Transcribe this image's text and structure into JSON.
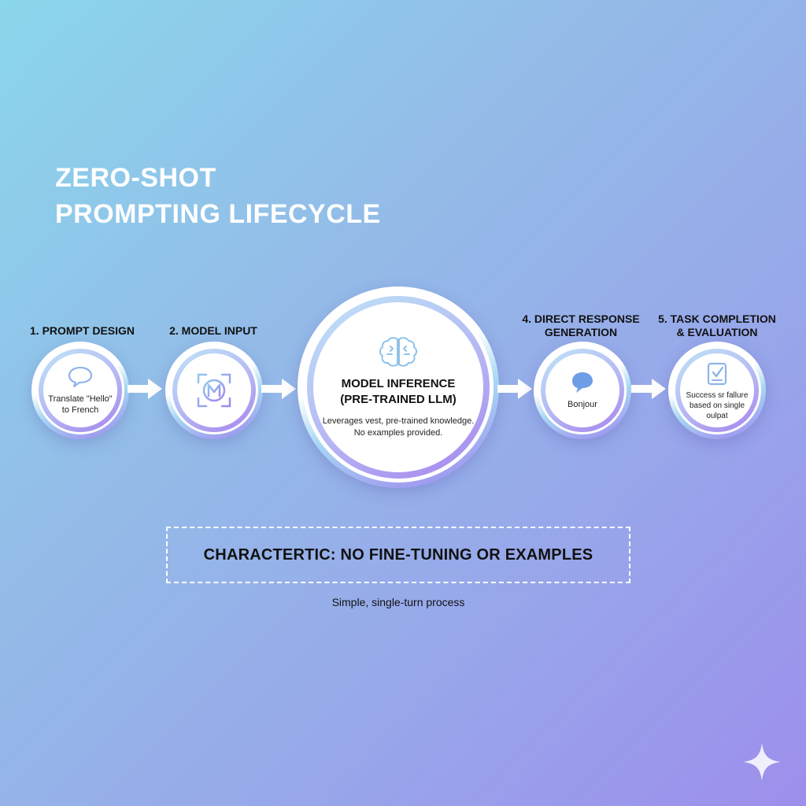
{
  "title": {
    "line1": "ZERO-SHOT",
    "line2": "PROMPTING LIFECYCLE"
  },
  "steps": [
    {
      "label_lines": [
        "1. PROMPT DESIGN"
      ],
      "icon": "speech-bubble-icon",
      "text_lines": [
        "Translate \"Hello\"",
        "to French"
      ]
    },
    {
      "label_lines": [
        "2. MODEL INPUT"
      ],
      "icon": "model-m-icon",
      "text_lines": []
    },
    {
      "label_lines": [],
      "icon": "brain-icon",
      "title_lines": [
        "MODEL INFERENCE",
        "(PRE-TRAINED LLM)"
      ],
      "text_lines": [
        "Leverages vest, pre-trained knowledge.",
        "No examples provided."
      ]
    },
    {
      "label_lines": [
        "4. DIRECT RESPONSE",
        "GENERATION"
      ],
      "icon": "chat-bubble-icon",
      "text_lines": [
        "Bonjour"
      ]
    },
    {
      "label_lines": [
        "5. TASK COMPLETION",
        "& EVALUATION"
      ],
      "icon": "checklist-icon",
      "text_lines": [
        "Success sr fallure",
        "based on single oulpat"
      ]
    }
  ],
  "characteristic": {
    "label": "CHARACTERTIC: NO FINE-TUNING OR EXAMPLES",
    "subtext": "Simple, single-turn process"
  },
  "colors": {
    "accent_purple": "#9d84ee",
    "accent_blue": "#a7d8f4",
    "icon_stroke": "#8fb4ea",
    "chat_fill": "#6f9ee6"
  }
}
